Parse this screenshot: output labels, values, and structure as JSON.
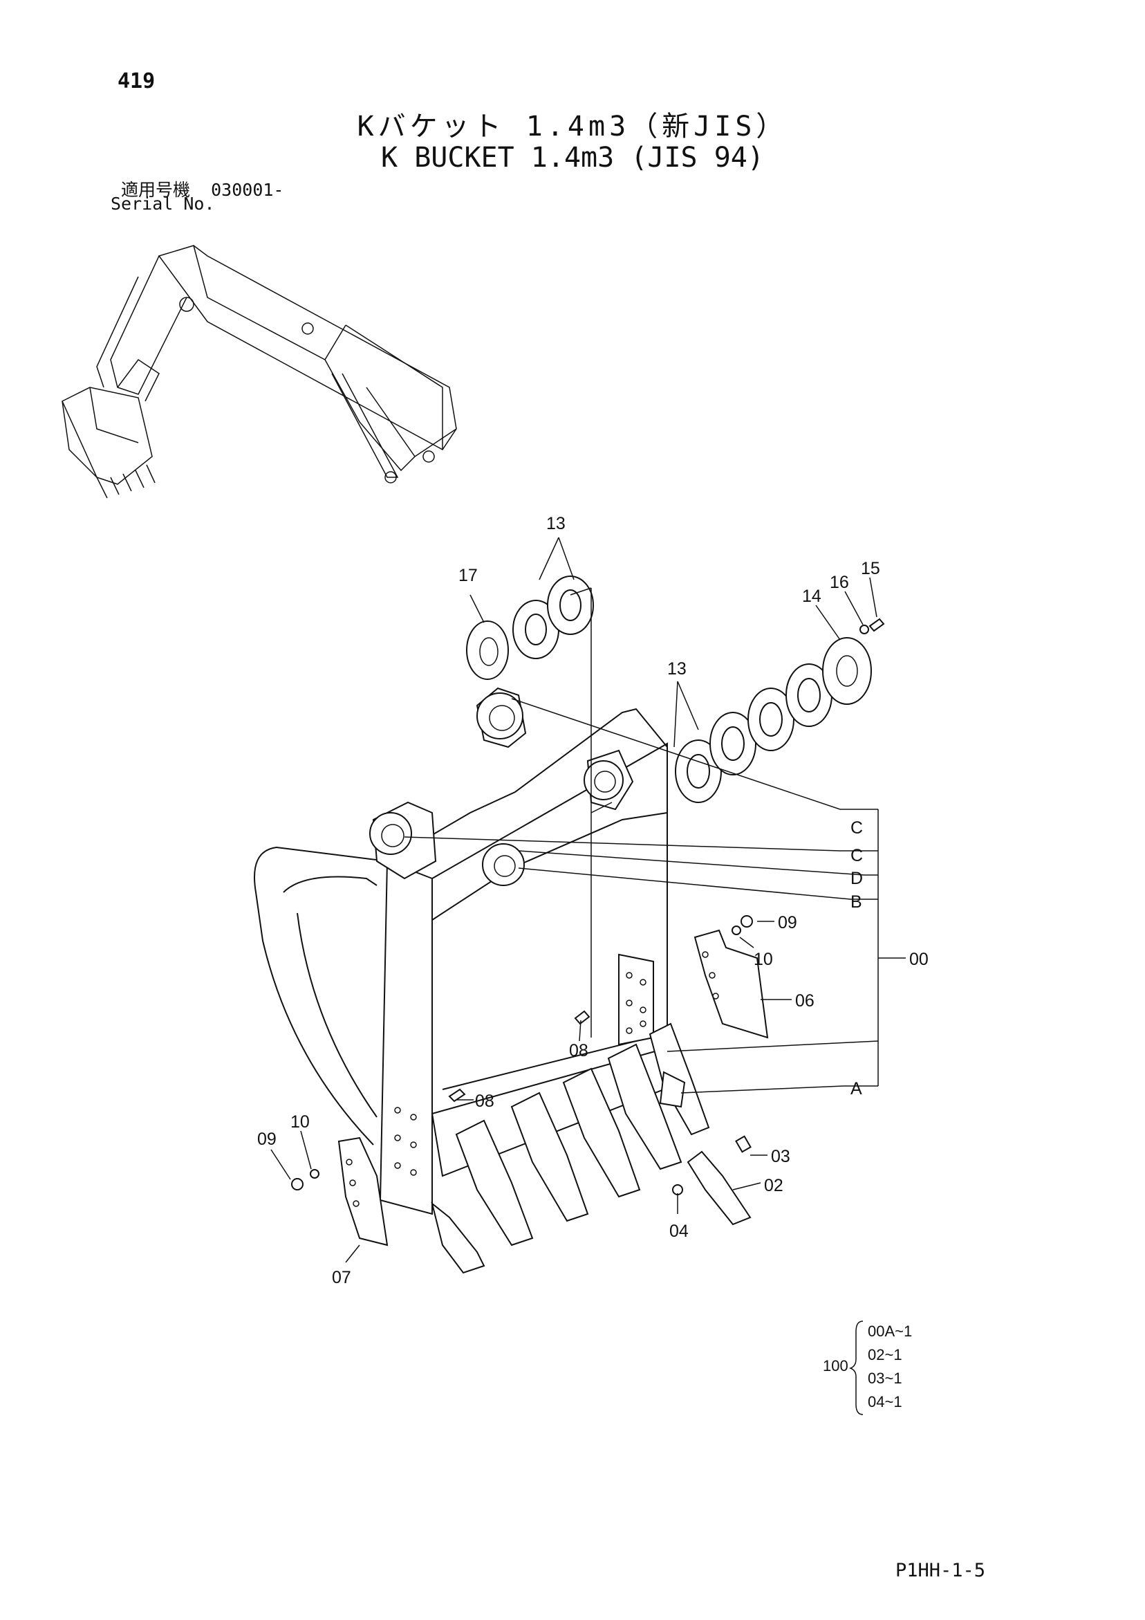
{
  "header": {
    "page_number": "419",
    "title_jp": "Kバケット 1.4m3（新JIS）",
    "title_en": "K BUCKET 1.4m3 (JIS 94)",
    "serial_label_jp": "適用号機",
    "serial_value": "030001-",
    "serial_label_en": "Serial No."
  },
  "callouts": {
    "c00": "00",
    "c02": "02",
    "c03": "03",
    "c04": "04",
    "c06": "06",
    "c07": "07",
    "c08a": "08",
    "c08b": "08",
    "c09a": "09",
    "c09b": "09",
    "c10a": "10",
    "c10b": "10",
    "c13a": "13",
    "c13b": "13",
    "c14": "14",
    "c15": "15",
    "c16": "16",
    "c17": "17",
    "cA": "A",
    "cB": "B",
    "cC1": "C",
    "cC2": "C",
    "cD": "D"
  },
  "kit": {
    "number": "100",
    "items": [
      "00A~1",
      "02~1",
      "03~1",
      "04~1"
    ]
  },
  "footer": {
    "code": "P1HH-1-5"
  }
}
